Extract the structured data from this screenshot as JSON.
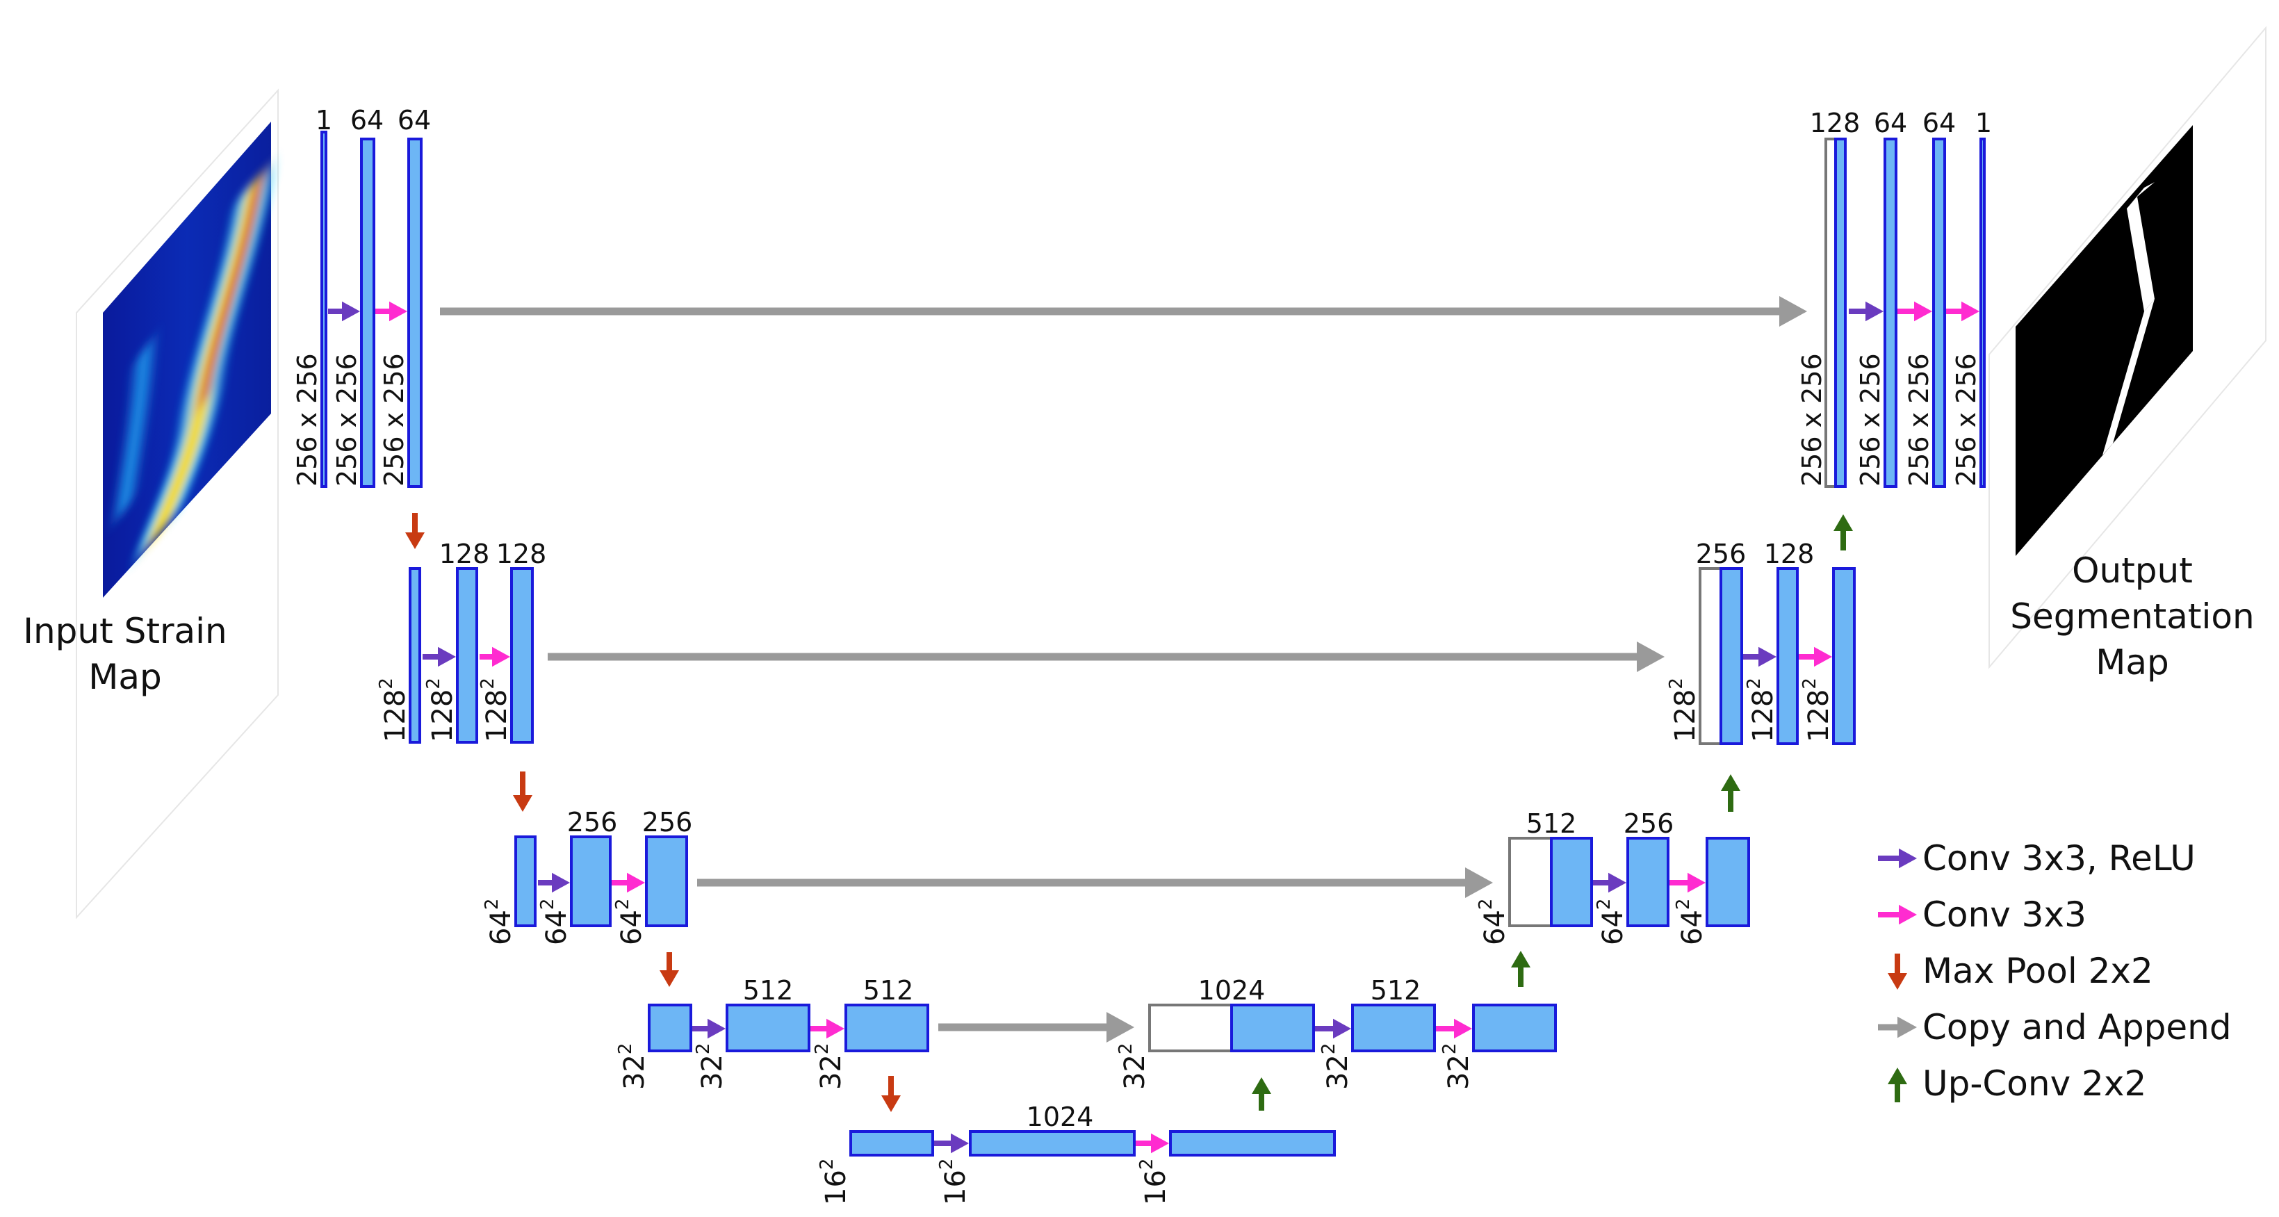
{
  "input_map": {
    "label_line1": "Input Strain",
    "label_line2": "Map"
  },
  "output_map": {
    "label_line1": "Output",
    "label_line2": "Segmentation",
    "label_line3": "Map"
  },
  "legend": [
    {
      "label": "Conv 3x3, ReLU",
      "color": "#6a3bbf"
    },
    {
      "label": "Conv 3x3",
      "color": "#ff2bd0"
    },
    {
      "label": "Max Pool 2x2",
      "color": "#c83a12"
    },
    {
      "label": "Copy and Append",
      "color": "#9a9a9a"
    },
    {
      "label": "Up-Conv 2x2",
      "color": "#2e6b12"
    }
  ],
  "colors": {
    "block_fill": "#6db6f5",
    "block_stroke": "#1a1adb",
    "copy_stroke": "#777777"
  },
  "channels": {
    "l1": [
      "1",
      "64",
      "64"
    ],
    "l2": [
      "128",
      "128"
    ],
    "l3": [
      "256",
      "256"
    ],
    "l4": [
      "512",
      "512"
    ],
    "l5": [
      "1024"
    ],
    "u4": [
      "1024",
      "512"
    ],
    "u3": [
      "512",
      "256"
    ],
    "u2": [
      "256",
      "128"
    ],
    "u1": [
      "128",
      "64",
      "64",
      "1"
    ]
  },
  "sizes": {
    "l1": "256 x 256",
    "l2": "128",
    "l3": "64",
    "l4": "32",
    "l5": "16",
    "exponent": "2"
  }
}
